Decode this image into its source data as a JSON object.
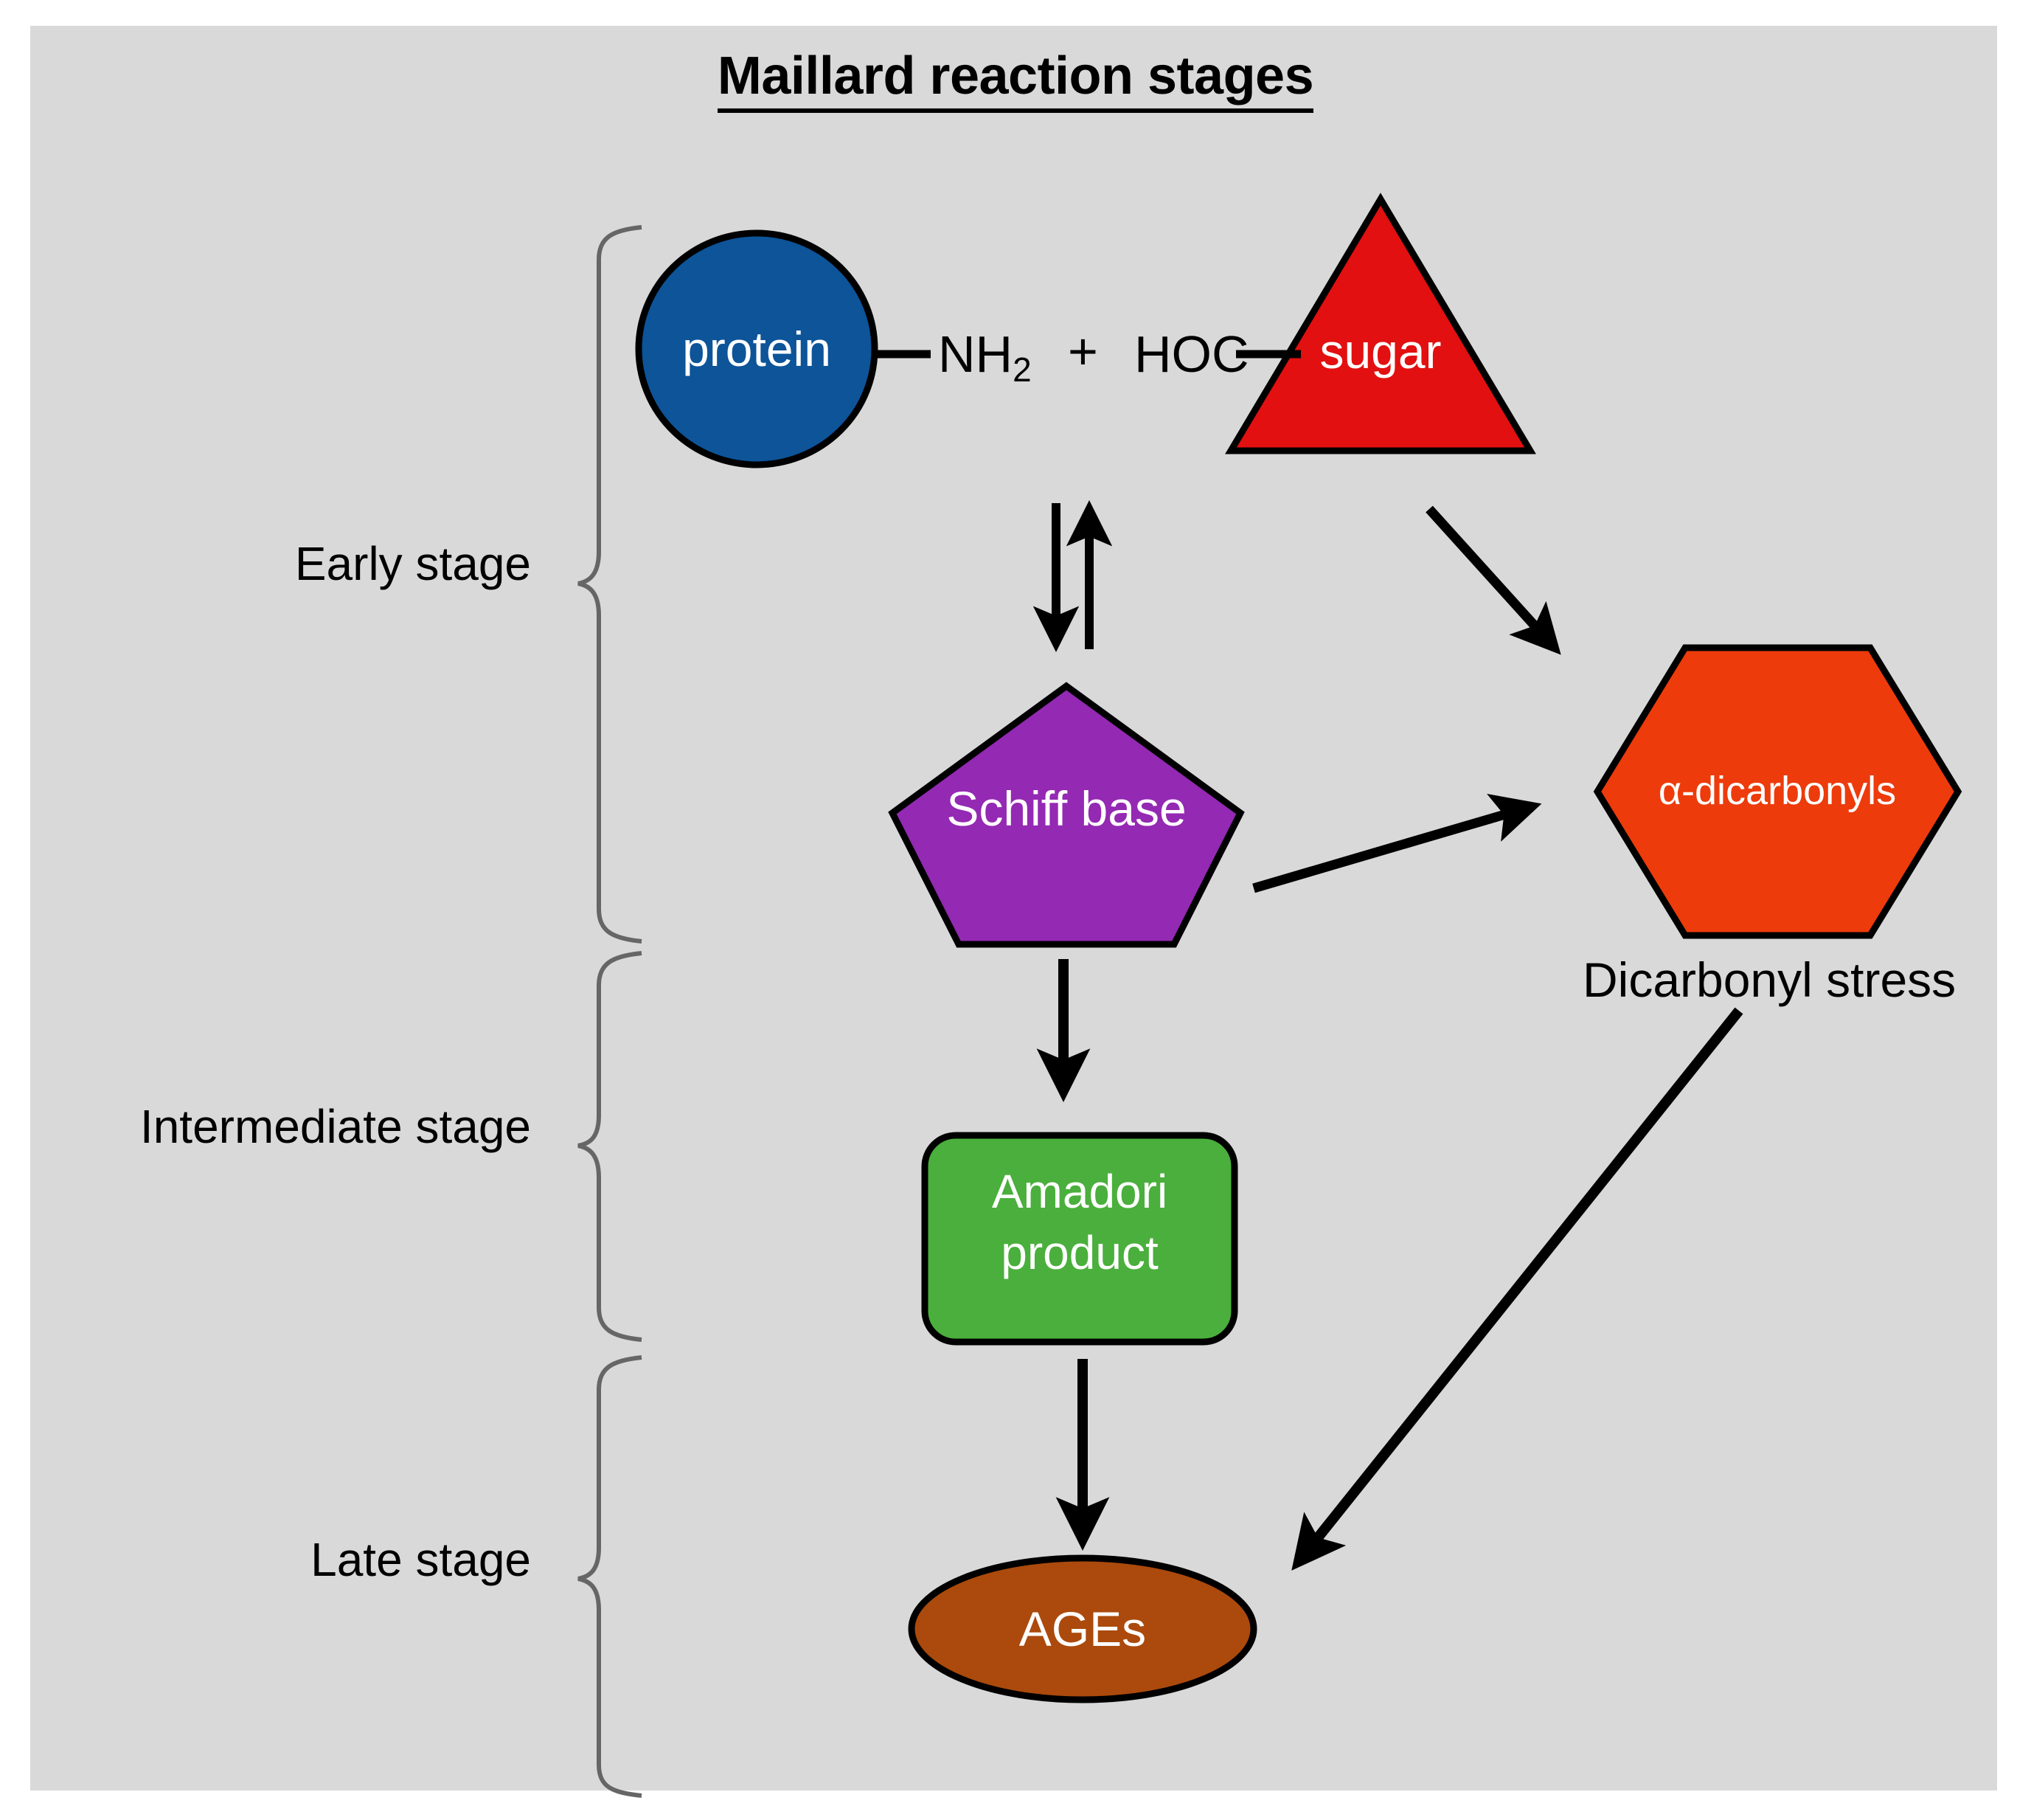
{
  "figure": {
    "title": "Maillard reaction stages",
    "background_color": "#d9d9d9",
    "page_color": "#ffffff"
  },
  "stages": [
    {
      "id": "early",
      "label": "Early stage"
    },
    {
      "id": "intermediate",
      "label": "Intermediate stage"
    },
    {
      "id": "late",
      "label": "Late stage"
    }
  ],
  "nodes": [
    {
      "id": "protein",
      "label": "protein",
      "shape": "circle",
      "fill": "#0d5499",
      "text_color": "#ffffff"
    },
    {
      "id": "sugar",
      "label": "sugar",
      "shape": "triangle",
      "fill": "#e21010",
      "text_color": "#ffffff"
    },
    {
      "id": "schiff_base",
      "label": "Schiff base",
      "shape": "pentagon",
      "fill": "#9429b3",
      "text_color": "#ffffff"
    },
    {
      "id": "dicarbonyls",
      "label": "α-dicarbonyls",
      "shape": "hexagon",
      "fill": "#ed3b0b",
      "text_color": "#ffffff"
    },
    {
      "id": "amadori",
      "label": "Amadori\nproduct",
      "shape": "rounded-rect",
      "fill": "#4aaf3c",
      "text_color": "#ffffff"
    },
    {
      "id": "ages",
      "label": "AGEs",
      "shape": "ellipse",
      "fill": "#ab4a0c",
      "text_color": "#ffffff"
    }
  ],
  "node_labels": {
    "protein": "protein",
    "sugar": "sugar",
    "schiff_base": "Schiff base",
    "dicarbonyls": "α-dicarbonyls",
    "amadori_line1": "Amadori",
    "amadori_line2": "product",
    "ages": "AGEs"
  },
  "equation": {
    "amine_prefix": "NH",
    "amine_subscript": "2",
    "plus": "+",
    "aldehyde": "HOC"
  },
  "annotations": {
    "dicarbonyl_stress": "Dicarbonyl stress"
  },
  "edges": [
    {
      "id": "protein-sugar-bond",
      "type": "line",
      "from": "protein",
      "to": "sugar",
      "arrow": "none"
    },
    {
      "id": "schiff-forward",
      "type": "arrow-down",
      "from": "protein",
      "to": "schiff_base",
      "arrow": "single"
    },
    {
      "id": "schiff-reverse",
      "type": "arrow-up",
      "from": "schiff_base",
      "to": "protein",
      "arrow": "single"
    },
    {
      "id": "sugar-dicarbonyls",
      "type": "arrow-diagonal",
      "from": "sugar",
      "to": "dicarbonyls",
      "arrow": "single"
    },
    {
      "id": "schiff-dicarbonyls",
      "type": "arrow-diagonal",
      "from": "schiff_base",
      "to": "dicarbonyls",
      "arrow": "single"
    },
    {
      "id": "schiff-amadori",
      "type": "arrow-down",
      "from": "schiff_base",
      "to": "amadori",
      "arrow": "single"
    },
    {
      "id": "amadori-ages",
      "type": "arrow-down",
      "from": "amadori",
      "to": "ages",
      "arrow": "single"
    },
    {
      "id": "dicarbonyls-ages",
      "type": "arrow-diagonal",
      "from": "dicarbonyls",
      "to": "ages",
      "arrow": "single"
    }
  ]
}
